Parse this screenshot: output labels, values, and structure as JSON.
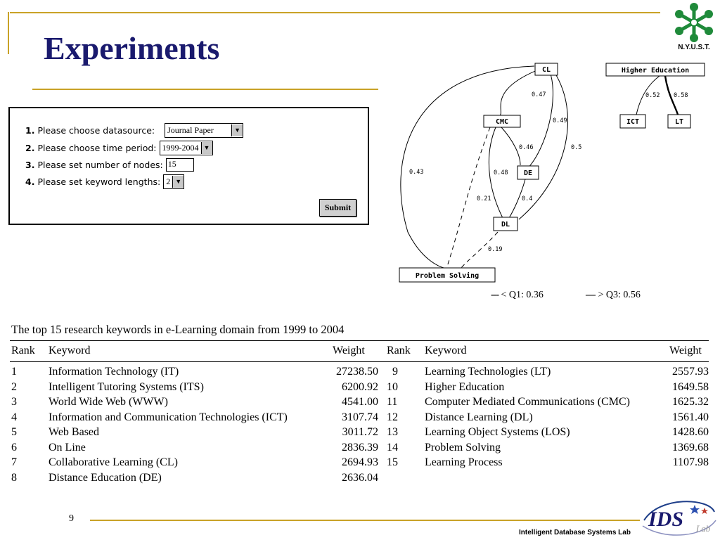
{
  "slide": {
    "title": "Experiments",
    "logo_text": "N.Y.U.S.T.",
    "page_number": "9",
    "footer_text": "Intelligent Database Systems Lab",
    "accent_color": "#c9a227",
    "title_color": "#1a1a6e"
  },
  "form": {
    "rows": [
      {
        "num": "1.",
        "label": "Please choose datasource:",
        "value": "Journal Paper",
        "type": "select"
      },
      {
        "num": "2.",
        "label": "Please choose time period:",
        "value": "1999-2004",
        "type": "select"
      },
      {
        "num": "3.",
        "label": "Please set number of nodes:",
        "value": "15",
        "type": "input"
      },
      {
        "num": "4.",
        "label": "Please set keyword lengths:",
        "value": "2",
        "type": "select"
      }
    ],
    "submit_label": "Submit"
  },
  "graph": {
    "nodes": {
      "cl": "CL",
      "cmc": "CMC",
      "de": "DE",
      "dl": "DL",
      "ps": "Problem Solving",
      "he": "Higher Education",
      "ict": "ICT",
      "lt": "LT"
    },
    "edges": {
      "cl_cmc": "0.47",
      "cl_de": "0.49",
      "cl_dl": "0.5",
      "cl_ps": "0.43",
      "cmc_de": "0.46",
      "cmc_dl": "0.48",
      "cmc_ps": "0.21",
      "de_dl": "0.4",
      "dl_ps": "0.19",
      "he_ict": "0.52",
      "he_lt": "0.58"
    },
    "legend": {
      "q1": "< Q1: 0.36",
      "q3": "> Q3: 0.56"
    }
  },
  "table": {
    "caption": "The top 15 research keywords in e-Learning domain from 1999 to 2004",
    "headers": {
      "rank": "Rank",
      "keyword": "Keyword",
      "weight": "Weight"
    },
    "left": [
      {
        "rank": "1",
        "keyword": "Information Technology (IT)",
        "weight": "27238.50"
      },
      {
        "rank": "2",
        "keyword": "Intelligent Tutoring Systems (ITS)",
        "weight": "6200.92"
      },
      {
        "rank": "3",
        "keyword": "World Wide Web (WWW)",
        "weight": "4541.00"
      },
      {
        "rank": "4",
        "keyword": "Information and Communication Technologies (ICT)",
        "weight": "3107.74"
      },
      {
        "rank": "5",
        "keyword": "Web Based",
        "weight": "3011.72"
      },
      {
        "rank": "6",
        "keyword": "On Line",
        "weight": "2836.39"
      },
      {
        "rank": "7",
        "keyword": "Collaborative Learning (CL)",
        "weight": "2694.93"
      },
      {
        "rank": "8",
        "keyword": "Distance Education (DE)",
        "weight": "2636.04"
      }
    ],
    "right": [
      {
        "rank": "9",
        "keyword": "Learning Technologies (LT)",
        "weight": "2557.93"
      },
      {
        "rank": "10",
        "keyword": "Higher Education",
        "weight": "1649.58"
      },
      {
        "rank": "11",
        "keyword": "Computer Mediated Communications (CMC)",
        "weight": "1625.32"
      },
      {
        "rank": "12",
        "keyword": "Distance Learning (DL)",
        "weight": "1561.40"
      },
      {
        "rank": "13",
        "keyword": "Learning Object Systems (LOS)",
        "weight": "1428.60"
      },
      {
        "rank": "14",
        "keyword": "Problem Solving",
        "weight": "1369.68"
      },
      {
        "rank": "15",
        "keyword": "Learning Process",
        "weight": "1107.98"
      }
    ]
  }
}
